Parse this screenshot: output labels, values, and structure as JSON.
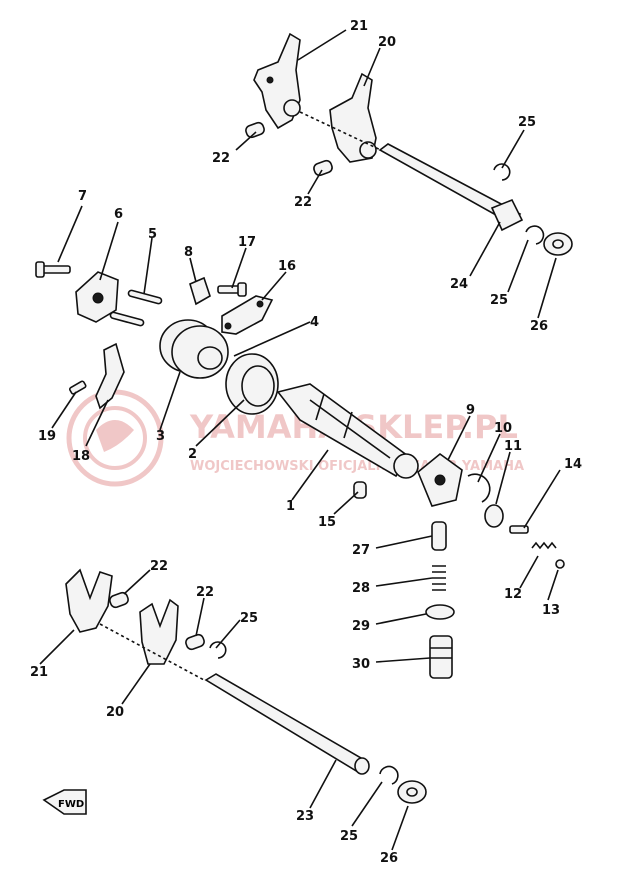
{
  "watermark": {
    "brand": "YAMAHA SKLEP.PL",
    "sub": "WOJCIECHOWSKI  OFICJALNY DEALER YAMAHA",
    "color": "#e9a6a6"
  },
  "fwd_badge": "FWD",
  "callouts": {
    "n1": "1",
    "n2": "2",
    "n3": "3",
    "n4": "4",
    "n5": "5",
    "n6": "6",
    "n7": "7",
    "n8": "8",
    "n9": "9",
    "n10": "10",
    "n11": "11",
    "n12": "12",
    "n13": "13",
    "n14": "14",
    "n15": "15",
    "n16": "16",
    "n17": "17",
    "n18": "18",
    "n19": "19",
    "n20a": "20",
    "n20b": "20",
    "n21a": "21",
    "n21b": "21",
    "n22a": "22",
    "n22b": "22",
    "n22c": "22",
    "n22d": "22",
    "n23": "23",
    "n24": "24",
    "n25a": "25",
    "n25b": "25",
    "n25c": "25",
    "n25d": "25",
    "n26a": "26",
    "n26b": "26",
    "n27": "27",
    "n28": "28",
    "n29": "29",
    "n30": "30"
  }
}
